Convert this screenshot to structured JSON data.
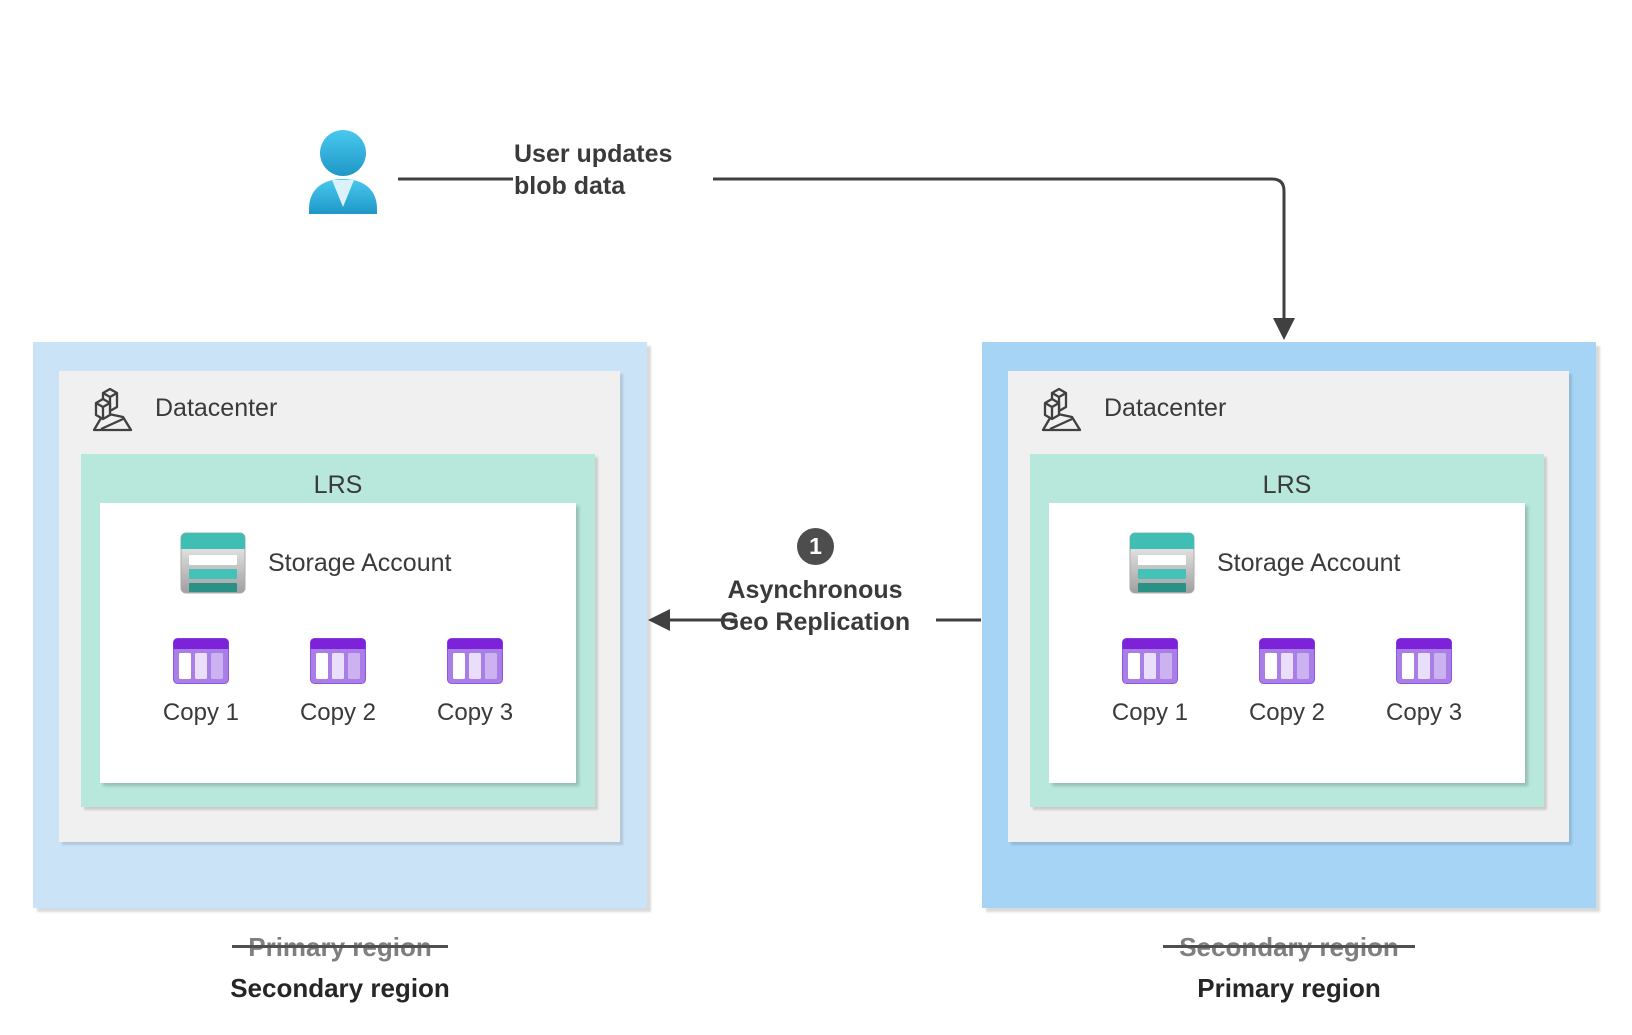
{
  "user_flow": {
    "line1": "User updates",
    "line2": "blob data"
  },
  "replication": {
    "step": "1",
    "line1": "Asynchronous",
    "line2": "Geo Replication"
  },
  "regions": [
    {
      "side": "left",
      "datacenter_label": "Datacenter",
      "lrs_label": "LRS",
      "storage_account_label": "Storage Account",
      "copies": [
        "Copy 1",
        "Copy 2",
        "Copy 3"
      ],
      "previous_role_label": "Primary region",
      "current_role_label": "Secondary region"
    },
    {
      "side": "right",
      "datacenter_label": "Datacenter",
      "lrs_label": "LRS",
      "storage_account_label": "Storage Account",
      "copies": [
        "Copy 1",
        "Copy 2",
        "Copy 3"
      ],
      "previous_role_label": "Secondary region",
      "current_role_label": "Primary region"
    }
  ],
  "colors": {
    "region_left_bg": "#cbe3f7",
    "region_right_bg": "#a6d4f5",
    "datacenter_bg": "#f0f0f0",
    "lrs_bg": "#b8e7db",
    "inner_panel_bg": "#ffffff",
    "storage_teal": "#3fbfb4",
    "storage_teal_mid": "#44c2b7",
    "storage_teal_dark": "#2b9187",
    "copy_purple_header": "#7d22d8",
    "copy_purple_body": "#aa7ee7",
    "copy_cell_light": "#eadffa",
    "copy_cell_mid": "#cdb2f1",
    "connector": "#404040",
    "step_badge_bg": "#4d4d4d",
    "text_primary": "#3a3a3a",
    "text_bold": "#262626",
    "text_strike": "#7f7f7f",
    "strike_line": "#4f4f4f",
    "user_icon_top": "#49c9ee",
    "user_icon_bottom": "#1f97c8",
    "user_collar": "#dcf2fa"
  }
}
